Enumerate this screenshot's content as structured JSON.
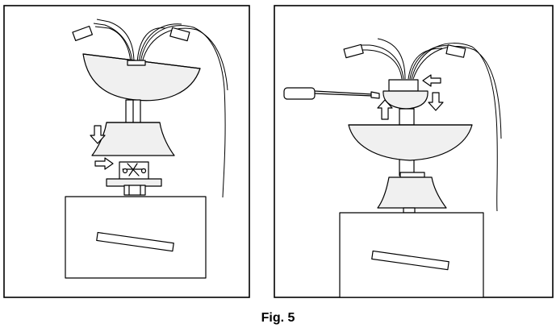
{
  "figure": {
    "caption": "Fig. 5",
    "panels": [
      {
        "id": "left",
        "arrows": [
          "down",
          "right"
        ]
      },
      {
        "id": "right",
        "arrows": [
          "left",
          "up",
          "down"
        ],
        "tool": "screwdriver"
      }
    ]
  }
}
